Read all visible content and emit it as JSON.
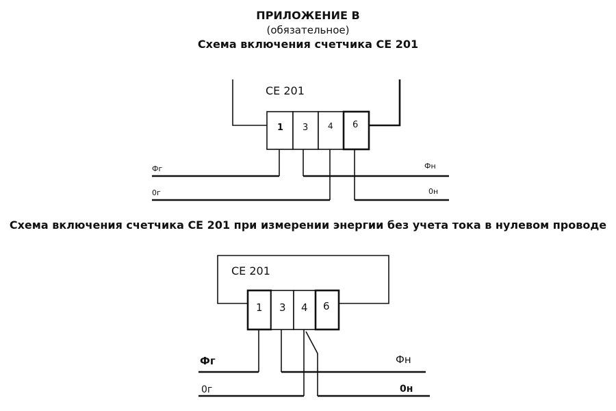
{
  "header": {
    "title": "ПРИЛОЖЕНИЕ В",
    "subtitle": "(обязательное)",
    "caption1": "Схема включения счетчика СЕ 201"
  },
  "caption2": "Схема включения счетчика СЕ 201 при измерении энергии без учета тока в нулевом проводе",
  "diagram1": {
    "meter_label": "CE 201",
    "terminals": [
      "1",
      "3",
      "4",
      "6"
    ],
    "line_labels": {
      "phase_gen": "Фг",
      "neutral_gen": "0г",
      "phase_load": "Фн",
      "neutral_load": "0н"
    }
  },
  "diagram2": {
    "meter_label": "CE 201",
    "terminals": [
      "1",
      "3",
      "4",
      "6"
    ],
    "line_labels": {
      "phase_gen": "Фг",
      "neutral_gen": "0г",
      "phase_load": "Фн",
      "neutral_load": "0н"
    }
  }
}
